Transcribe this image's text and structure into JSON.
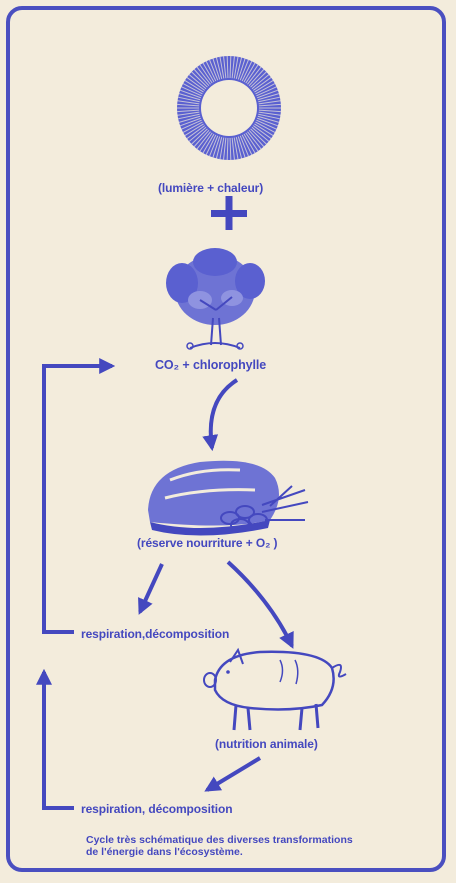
{
  "labels": {
    "sun": "(lumière + chaleur)",
    "plus": "+",
    "co2": "CO₂ + chlorophylle",
    "reserve": "(réserve nourriture + O₂ )",
    "respiration1": "respiration,décomposition",
    "nutrition": "(nutrition animale)",
    "respiration2": "respiration, décomposition"
  },
  "caption": {
    "line1": "Cycle très schématique des diverses transformations",
    "line2": "de l'énergie dans l'écosystème."
  },
  "colors": {
    "ink": "#4448bf",
    "paper": "#f3ecdc"
  },
  "icons": [
    "sun-icon",
    "tree-icon",
    "bread-icon",
    "pig-icon"
  ]
}
